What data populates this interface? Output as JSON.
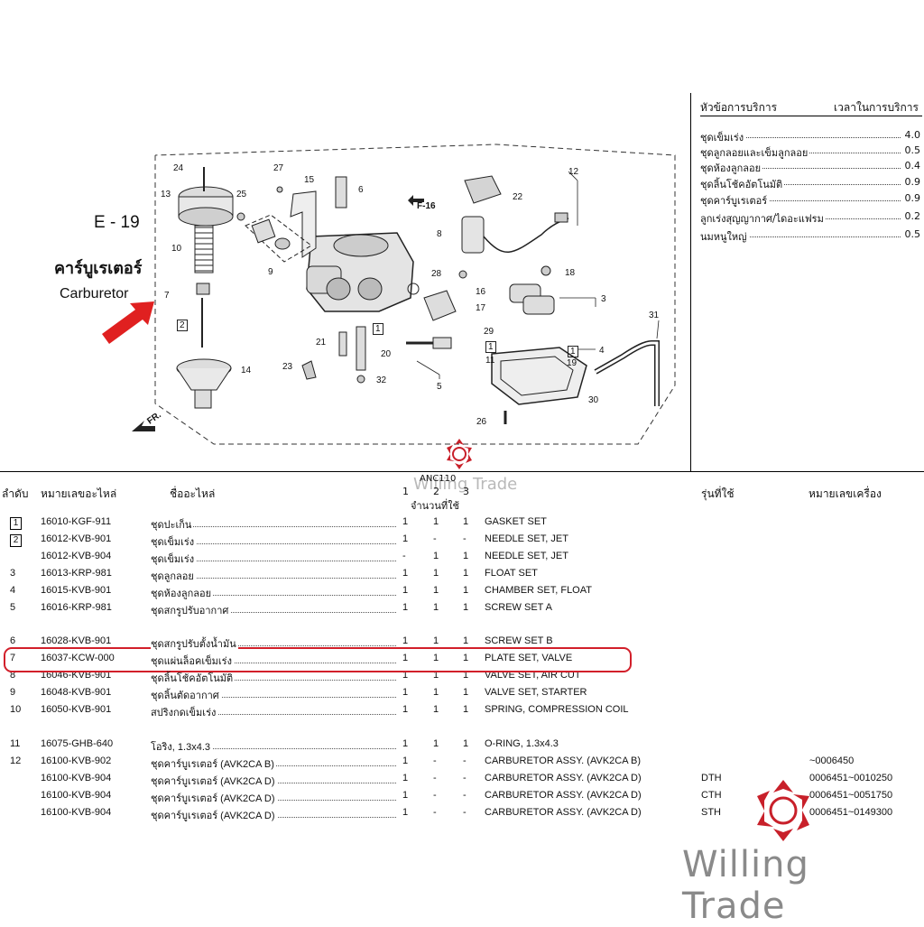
{
  "section": {
    "code": "E - 19",
    "title_th": "คาร์บูเรเตอร์",
    "title_en": "Carburetor"
  },
  "diagram": {
    "ref_label": "F-16",
    "front_label": "FR.",
    "callouts": [
      "24",
      "13",
      "25",
      "10",
      "7",
      "2",
      "14",
      "27",
      "15",
      "6",
      "9",
      "21",
      "23",
      "1",
      "20",
      "32",
      "22",
      "8",
      "28",
      "16",
      "17",
      "29",
      "5",
      "1",
      "11",
      "26",
      "18",
      "3",
      "12",
      "1",
      "19",
      "4",
      "31",
      "30"
    ]
  },
  "service": {
    "header_left": "หัวข้อการบริการ",
    "header_right": "เวลาในการบริการ",
    "rows": [
      {
        "name": "ชุดเข็มเร่ง",
        "value": "4.0"
      },
      {
        "name": "ชุดลูกลอยและเข็มลูกลอย",
        "value": "0.5"
      },
      {
        "name": "ชุดห้องลูกลอย",
        "value": "0.4"
      },
      {
        "name": "ชุดลิ้นโช้คอัตโนมัติ",
        "value": "0.9"
      },
      {
        "name": "ชุดคาร์บูเรเตอร์",
        "value": "0.9"
      },
      {
        "name": "ลูกเร่งสุญญากาศ/ไดอะแฟรม",
        "value": "0.2"
      },
      {
        "name": "นมหนูใหญ่",
        "value": "0.5"
      }
    ]
  },
  "table": {
    "headers": {
      "idx": "ลำดับ",
      "part_no": "หมายเลขอะไหล่",
      "name": "ชื่ออะไหล่",
      "model_code": "ANC110",
      "qty_cols": [
        "1",
        "2",
        "3"
      ],
      "qty": "จำนวนที่ใช้",
      "model": "รุ่นที่ใช้",
      "frame": "หมายเลขเครื่อง"
    },
    "rows": [
      {
        "idx": "1",
        "boxed": true,
        "part": "16010-KGF-911",
        "name": "ชุดปะเก็น",
        "q1": "1",
        "q2": "1",
        "q3": "1",
        "desc": "GASKET SET",
        "model": "",
        "frame": ""
      },
      {
        "idx": "2",
        "boxed": true,
        "part": "16012-KVB-901",
        "name": "ชุดเข็มเร่ง",
        "q1": "1",
        "q2": "-",
        "q3": "-",
        "desc": "NEEDLE SET, JET",
        "model": "",
        "frame": ""
      },
      {
        "idx": "",
        "boxed": false,
        "part": "16012-KVB-904",
        "name": "ชุดเข็มเร่ง",
        "q1": "-",
        "q2": "1",
        "q3": "1",
        "desc": "NEEDLE SET, JET",
        "model": "",
        "frame": ""
      },
      {
        "idx": "3",
        "boxed": false,
        "part": "16013-KRP-981",
        "name": "ชุดลูกลอย",
        "q1": "1",
        "q2": "1",
        "q3": "1",
        "desc": "FLOAT SET",
        "model": "",
        "frame": ""
      },
      {
        "idx": "4",
        "boxed": false,
        "part": "16015-KVB-901",
        "name": "ชุดห้องลูกลอย",
        "q1": "1",
        "q2": "1",
        "q3": "1",
        "desc": "CHAMBER SET, FLOAT",
        "model": "",
        "frame": ""
      },
      {
        "idx": "5",
        "boxed": false,
        "part": "16016-KRP-981",
        "name": "ชุดสกรูปรับอากาศ",
        "q1": "1",
        "q2": "1",
        "q3": "1",
        "desc": "SCREW SET A",
        "model": "",
        "frame": ""
      },
      {
        "idx": "6",
        "boxed": false,
        "part": "16028-KVB-901",
        "name": "ชุดสกรูปรับตั้งน้ำมัน",
        "q1": "1",
        "q2": "1",
        "q3": "1",
        "desc": "SCREW SET B",
        "model": "",
        "frame": ""
      },
      {
        "idx": "7",
        "boxed": false,
        "part": "16037-KCW-000",
        "name": "ชุดแผ่นล็อคเข็มเร่ง",
        "q1": "1",
        "q2": "1",
        "q3": "1",
        "desc": "PLATE SET, VALVE",
        "model": "",
        "frame": ""
      },
      {
        "idx": "8",
        "boxed": false,
        "part": "16046-KVB-901",
        "name": "ชุดลิ้นโช้คอัตโนมัติ",
        "q1": "1",
        "q2": "1",
        "q3": "1",
        "desc": "VALVE SET, AIR CUT",
        "model": "",
        "frame": ""
      },
      {
        "idx": "9",
        "boxed": false,
        "part": "16048-KVB-901",
        "name": "ชุดลิ้นตัดอากาศ",
        "q1": "1",
        "q2": "1",
        "q3": "1",
        "desc": "VALVE SET, STARTER",
        "model": "",
        "frame": ""
      },
      {
        "idx": "10",
        "boxed": false,
        "part": "16050-KVB-901",
        "name": "สปริงกดเข็มเร่ง",
        "q1": "1",
        "q2": "1",
        "q3": "1",
        "desc": "SPRING, COMPRESSION COIL",
        "model": "",
        "frame": ""
      },
      {
        "idx": "11",
        "boxed": false,
        "part": "16075-GHB-640",
        "name": "โอริง, 1.3x4.3",
        "q1": "1",
        "q2": "1",
        "q3": "1",
        "desc": "O-RING, 1.3x4.3",
        "model": "",
        "frame": ""
      },
      {
        "idx": "12",
        "boxed": false,
        "part": "16100-KVB-902",
        "name": "ชุดคาร์บูเรเตอร์ (AVK2CA B)",
        "q1": "1",
        "q2": "-",
        "q3": "-",
        "desc": "CARBURETOR ASSY. (AVK2CA B)",
        "model": "",
        "frame": "~0006450"
      },
      {
        "idx": "",
        "boxed": false,
        "part": "16100-KVB-904",
        "name": "ชุดคาร์บูเรเตอร์ (AVK2CA D)",
        "q1": "1",
        "q2": "-",
        "q3": "-",
        "desc": "CARBURETOR ASSY. (AVK2CA D)",
        "model": "DTH",
        "frame": "0006451~0010250"
      },
      {
        "idx": "",
        "boxed": false,
        "part": "16100-KVB-904",
        "name": "ชุดคาร์บูเรเตอร์ (AVK2CA D)",
        "q1": "1",
        "q2": "-",
        "q3": "-",
        "desc": "CARBURETOR ASSY. (AVK2CA D)",
        "model": "CTH",
        "frame": "0006451~0051750"
      },
      {
        "idx": "",
        "boxed": false,
        "part": "16100-KVB-904",
        "name": "ชุดคาร์บูเรเตอร์ (AVK2CA D)",
        "q1": "1",
        "q2": "-",
        "q3": "-",
        "desc": "CARBURETOR ASSY. (AVK2CA D)",
        "model": "STH",
        "frame": "0006451~0149300"
      }
    ]
  },
  "watermark": {
    "brand_small": "Willing Trade",
    "brand_big": "Willing Trade"
  },
  "colors": {
    "highlight": "#d21f2a",
    "arrow": "#e02020",
    "logo": "#c8202a",
    "watermark": "#8a8a8a"
  }
}
